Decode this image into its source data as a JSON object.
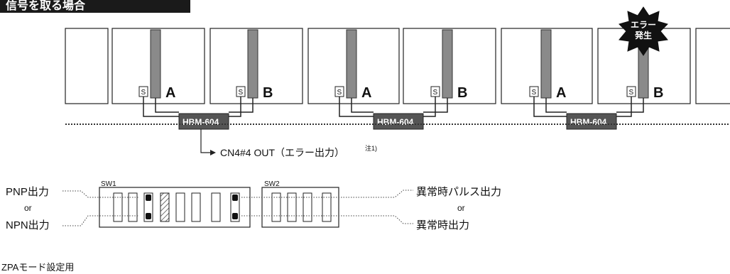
{
  "heading": "信号を取る場合",
  "sensors": {
    "left": "A",
    "right": "B",
    "s_label": "S"
  },
  "controller_label": "HBM-604",
  "error_badge": {
    "line1": "エラー",
    "line2": "発生"
  },
  "output_label": "CN4#4 OUT（エラー出力）",
  "output_note": "注1)",
  "switches": {
    "sw1_label": "SW1",
    "sw2_label": "SW2",
    "left_top": "PNP出力",
    "left_or": "or",
    "left_bottom": "NPN出力",
    "right_top": "異常時パルス出力",
    "right_or": "or",
    "right_bottom": "異常時出力",
    "zpa_label": "ZPAモード設定用"
  },
  "colors": {
    "frame": "#222222",
    "sensor": "#8a8a8a",
    "controller": "#555555",
    "badge": "#111111"
  }
}
